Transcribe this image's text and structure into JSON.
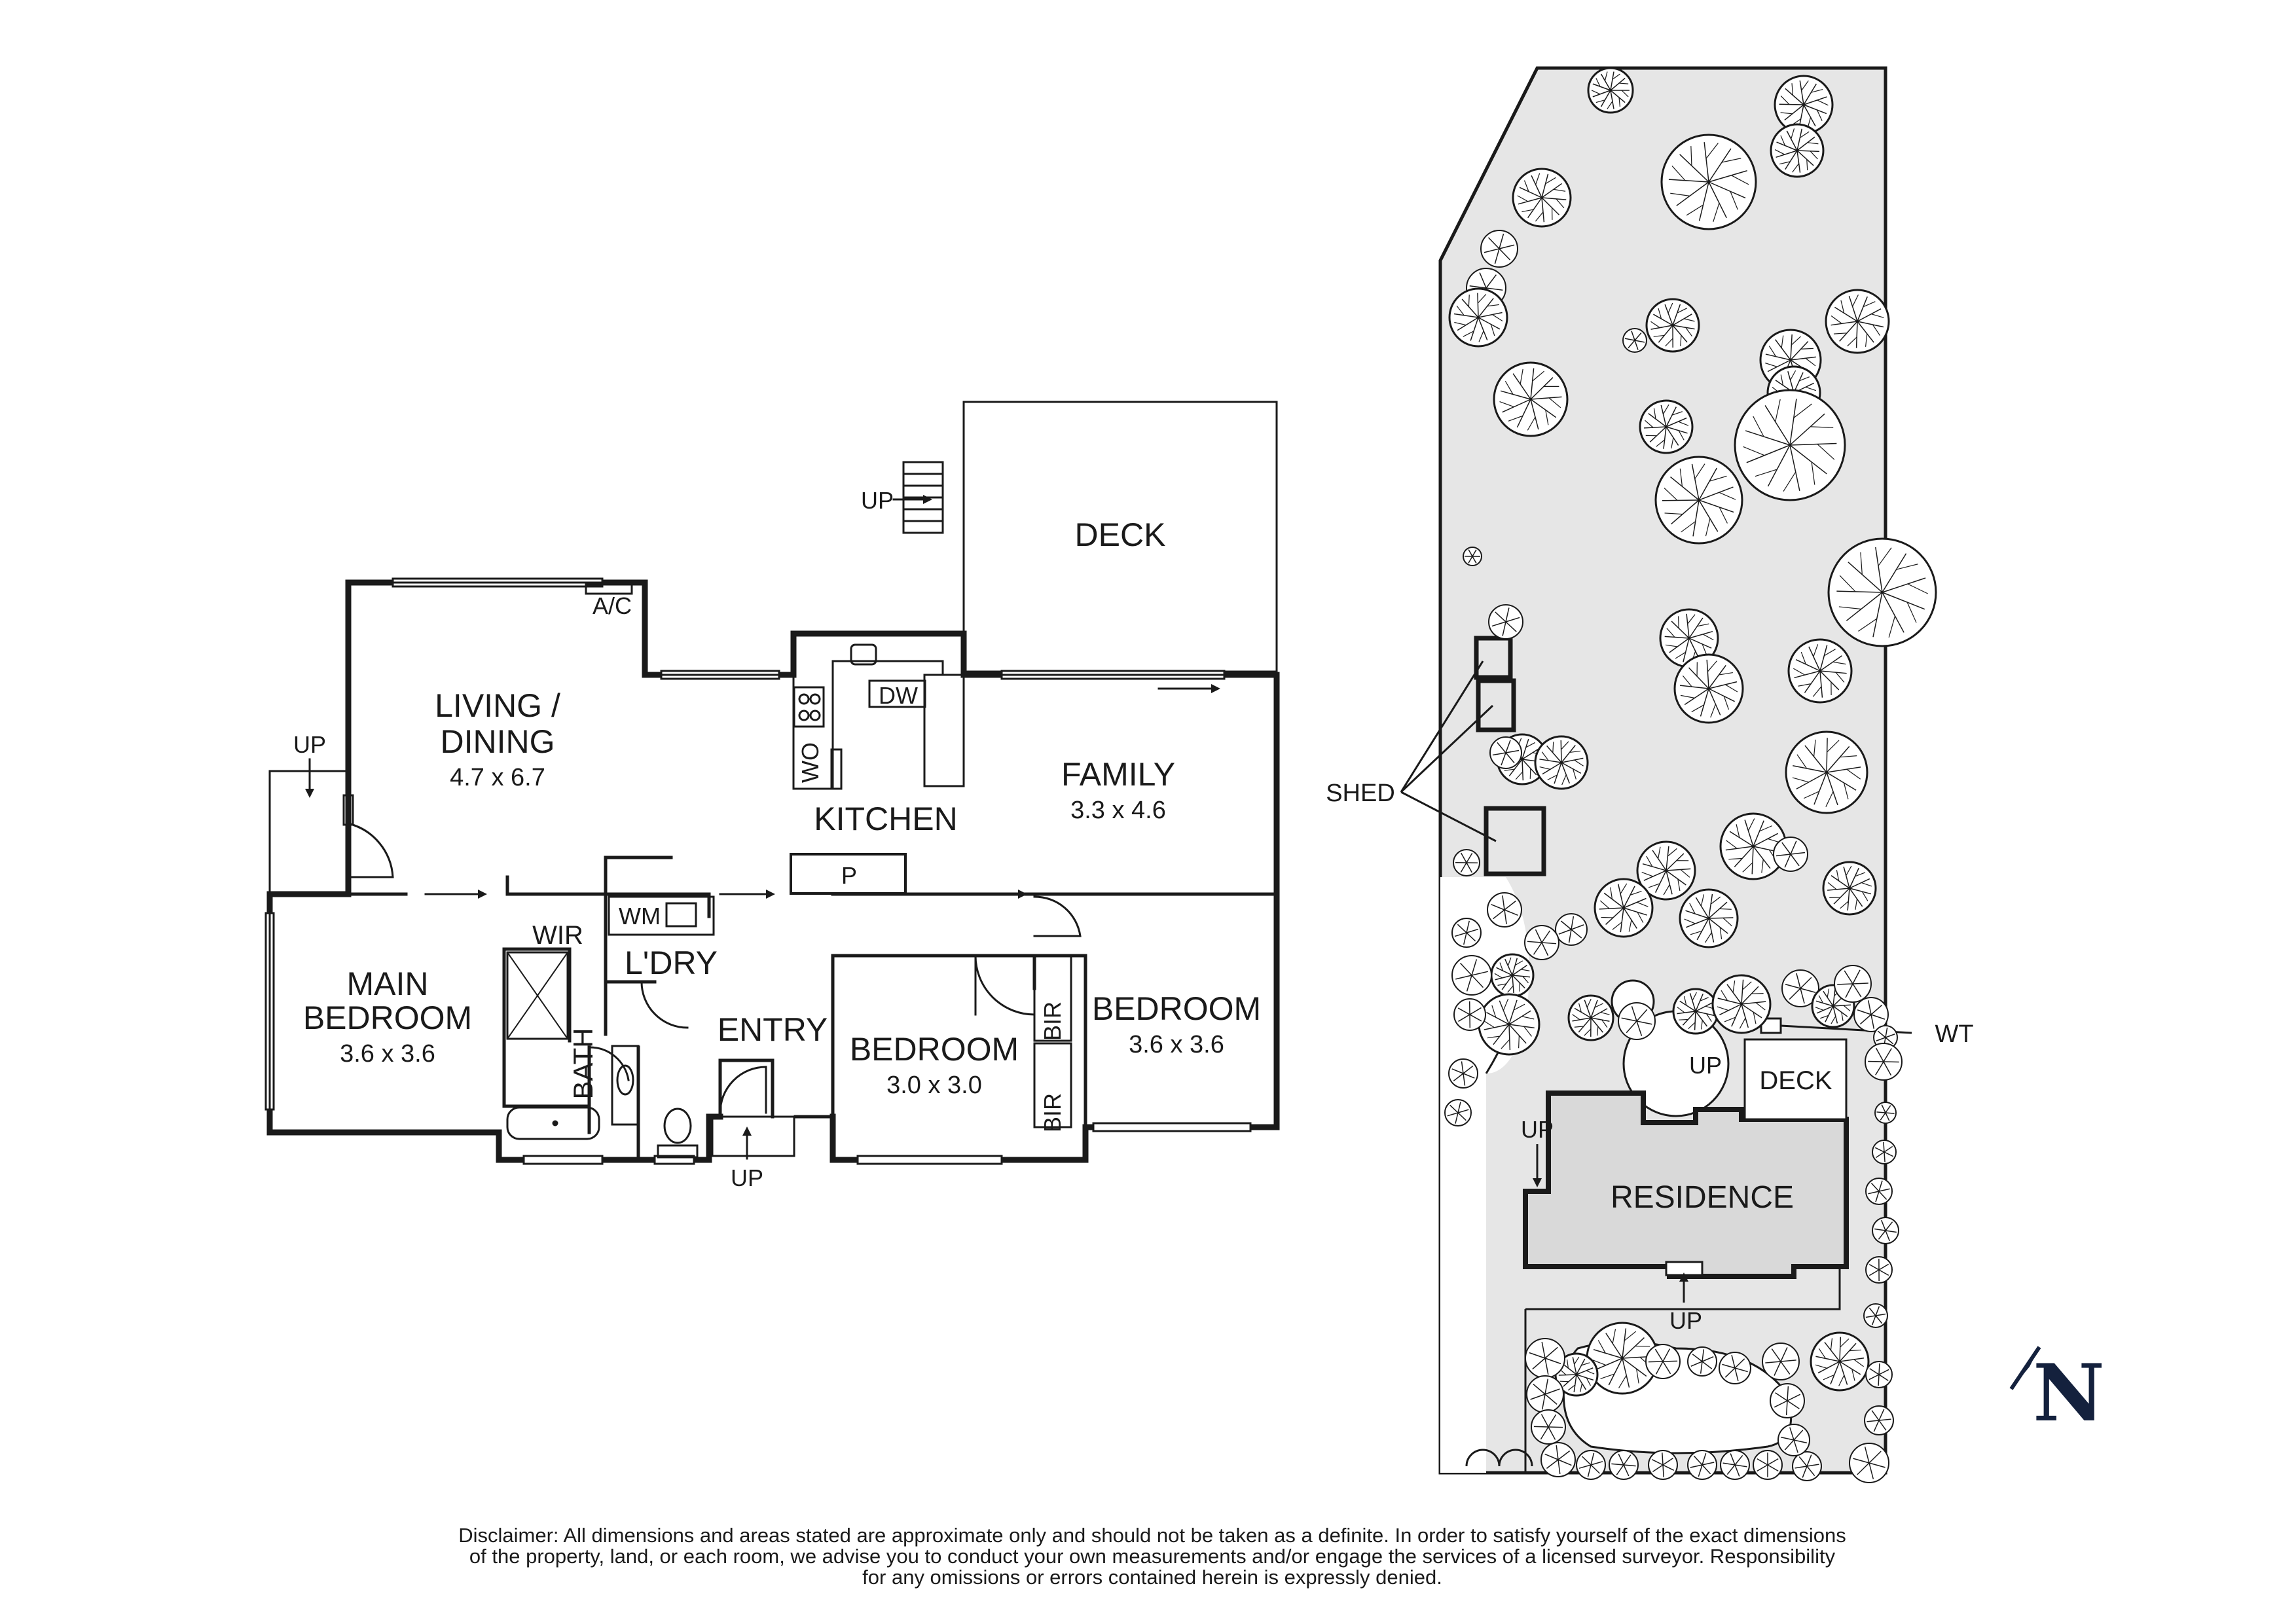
{
  "floor_plan": {
    "rooms": {
      "deck": {
        "name": "DECK"
      },
      "living": {
        "name_line1": "LIVING /",
        "name_line2": "DINING",
        "size": "4.7 x 6.7"
      },
      "kitchen": {
        "name": "KITCHEN"
      },
      "family": {
        "name": "FAMILY",
        "size": "3.3 x 4.6"
      },
      "main_bedroom": {
        "name_line1": "MAIN",
        "name_line2": "BEDROOM",
        "size": "3.6 x 3.6"
      },
      "wir": {
        "name": "WIR"
      },
      "laundry": {
        "name": "L'DRY"
      },
      "bath": {
        "name": "BATH"
      },
      "entry": {
        "name": "ENTRY"
      },
      "bedroom2": {
        "name": "BEDROOM",
        "size": "3.0 x 3.0"
      },
      "bedroom3": {
        "name": "BEDROOM",
        "size": "3.6 x 3.6"
      }
    },
    "fixtures": {
      "ac": "A/C",
      "dw": "DW",
      "wo": "WO",
      "wm": "WM",
      "pantry": "P",
      "bir_top": "BIR",
      "bir_bottom": "BIR"
    },
    "up_labels": {
      "deck_stairs": "UP",
      "side_door": "UP",
      "front_entry": "UP"
    }
  },
  "site_plan": {
    "residence": "RESIDENCE",
    "deck": "DECK",
    "shed": "SHED",
    "wt": "WT",
    "up_deck": "UP",
    "up_side": "UP",
    "up_front": "UP"
  },
  "north_arrow": {
    "label": "N"
  },
  "disclaimer": {
    "line1": "Disclaimer: All dimensions and areas stated are approximate only and should not be taken as a definite. In order to satisfy yourself of the exact dimensions",
    "line2": "of the property, land, or each room, we advise you to conduct your own measurements and/or engage the services of a licensed surveyor. Responsibility",
    "line3": "for any omissions or errors contained herein is expressly denied."
  },
  "colors": {
    "wall": "#1a1a1a",
    "site_fill": "#e6e6e6",
    "residence_fill": "#d9d9d9",
    "north_arrow": "#14213d"
  }
}
